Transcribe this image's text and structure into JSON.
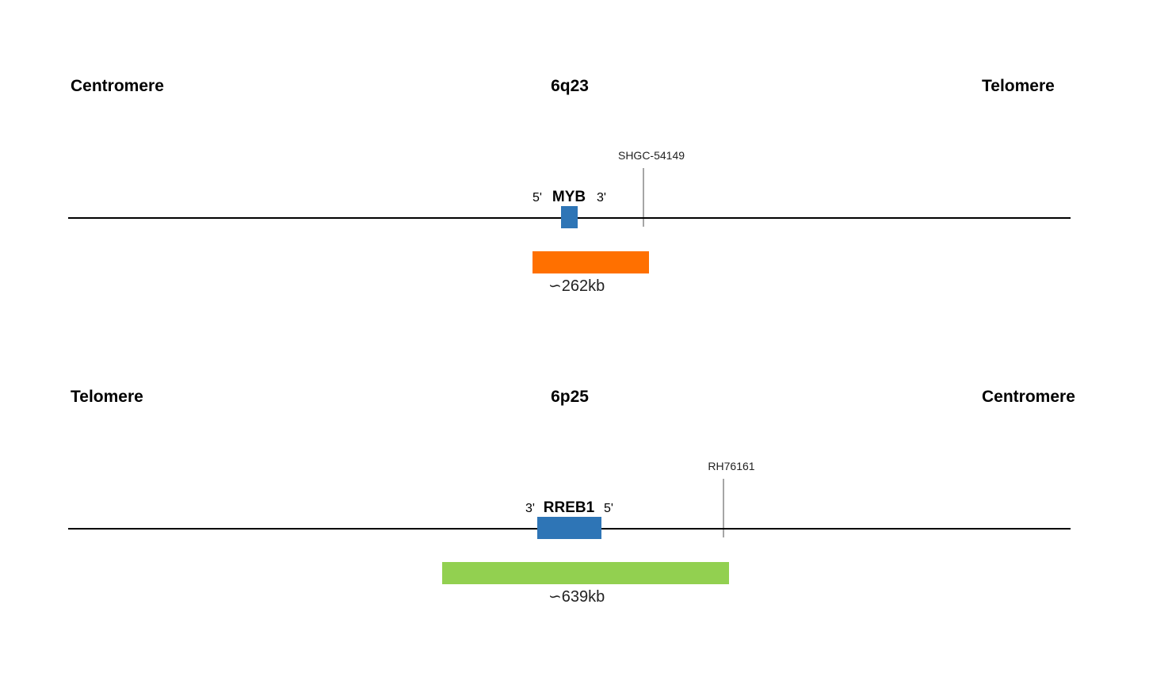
{
  "colors": {
    "gene": "#2e75b6",
    "marker": "#a6a6a6",
    "line": "#000000"
  },
  "panels": [
    {
      "left_end": "Centromere",
      "band": "6q23",
      "right_end": "Telomere",
      "gene": {
        "name": "MYB",
        "left_strand": "5'",
        "right_strand": "3'"
      },
      "marker": {
        "label": "SHGC-54149"
      },
      "probe": {
        "size_label": "∽262kb",
        "color": "#ff7000"
      }
    },
    {
      "left_end": "Telomere",
      "band": "6p25",
      "right_end": "Centromere",
      "gene": {
        "name": "RREB1",
        "left_strand": "3'",
        "right_strand": "5'"
      },
      "marker": {
        "label": "RH76161"
      },
      "probe": {
        "size_label": "∽639kb",
        "color": "#92d050"
      }
    }
  ]
}
